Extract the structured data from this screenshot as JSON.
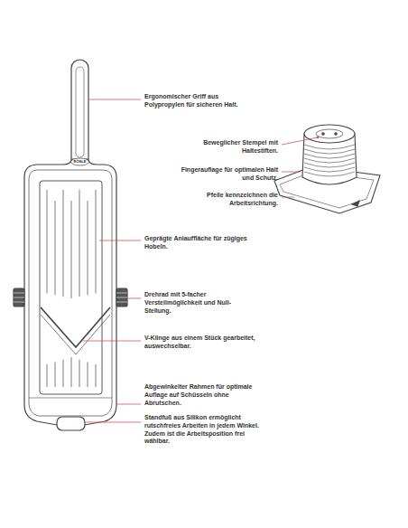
{
  "diagram": {
    "labels": [
      "Ergonomischer Griff aus Polypropylen für sicheren Halt.",
      "Beweglicher Stempel mit Haltestiften.",
      "Fingerauflage für optimalen Halt und Schutz.",
      "Pfeile kennzeichnen die Arbeitsrichtung.",
      "Geprägte Anlauffläche für zügiges Hobeln.",
      "Drehrad mit 5-facher Verstellmöglichkeit und Null-Stellung.",
      "V-Klinge aus einem Stück gearbeitet, auswechselbar.",
      "Abgewinkelter Rahmen für optimale Auflage auf Schüsseln ohne Abrutschen.",
      "Standfuß aus Silikon ermöglicht rutschfreies Arbeiten in jedem Winkel. Zudem ist die Arbeitsposition frei wählbar.",
      "RÖSLE"
    ]
  }
}
